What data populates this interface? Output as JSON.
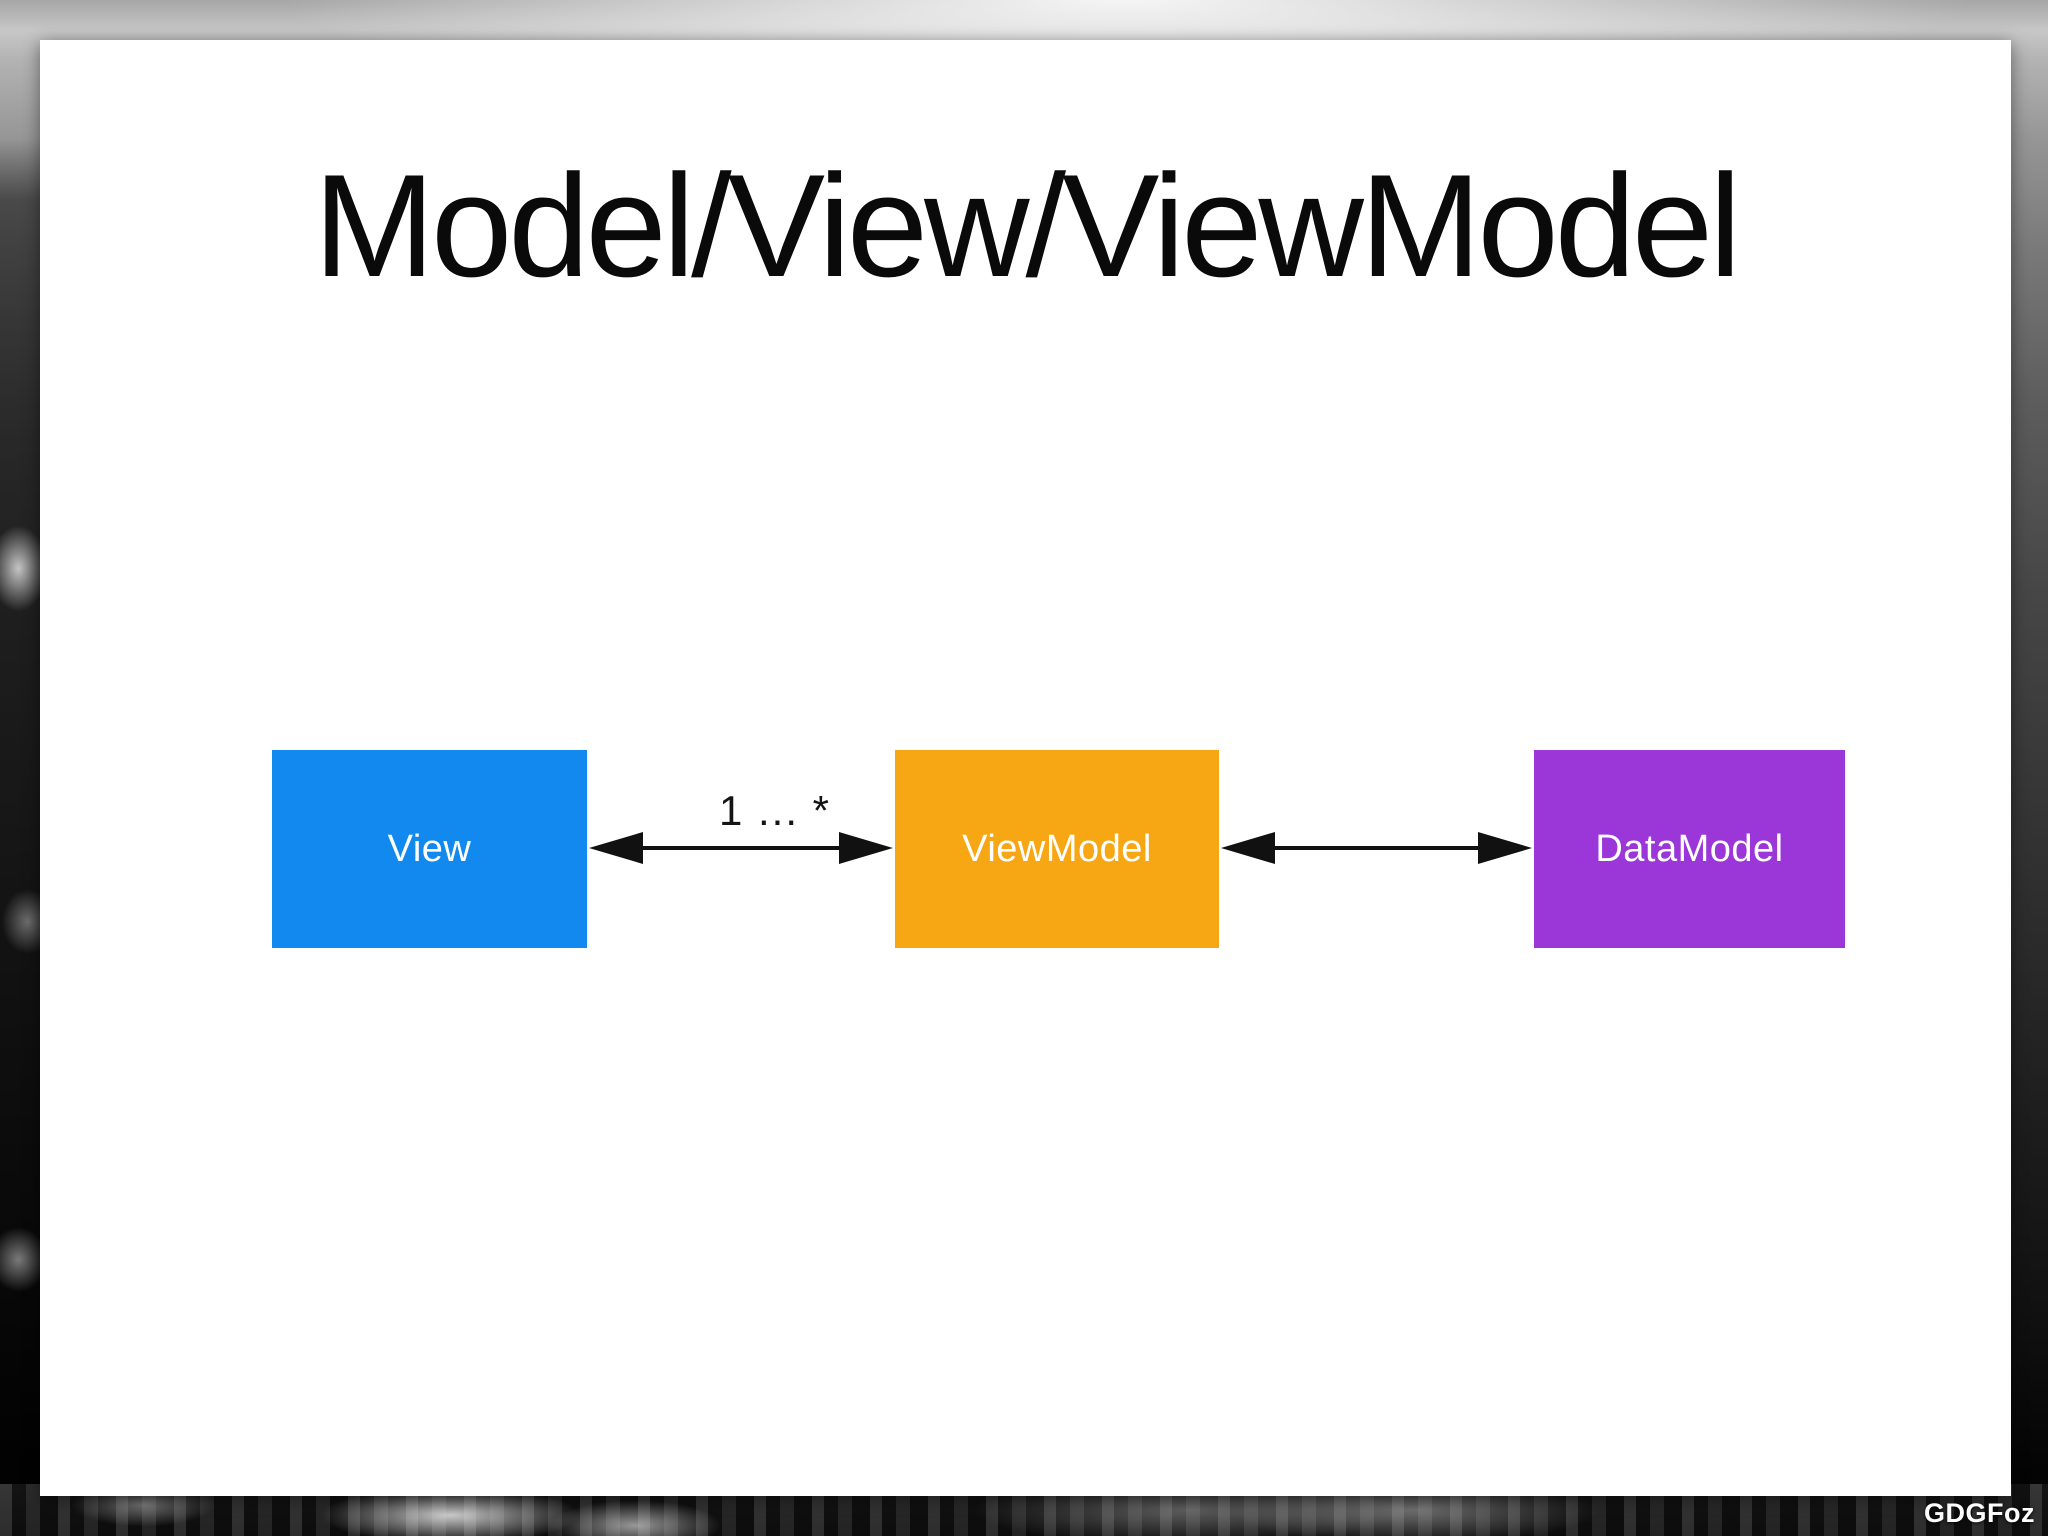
{
  "slide": {
    "title": "Model/View/ViewModel"
  },
  "diagram": {
    "nodes": [
      {
        "id": "view",
        "label": "View",
        "color": "#1289ee"
      },
      {
        "id": "viewmodel",
        "label": "ViewModel",
        "color": "#f7a714"
      },
      {
        "id": "datamodel",
        "label": "DataModel",
        "color": "#9b36d9"
      }
    ],
    "edges": [
      {
        "from": "view",
        "to": "viewmodel",
        "label": "1 ... *",
        "style": "bidirectional"
      },
      {
        "from": "viewmodel",
        "to": "datamodel",
        "label": "",
        "style": "bidirectional"
      }
    ],
    "arrow_color": "#111111"
  },
  "watermark": {
    "text": "GDGFoz"
  }
}
